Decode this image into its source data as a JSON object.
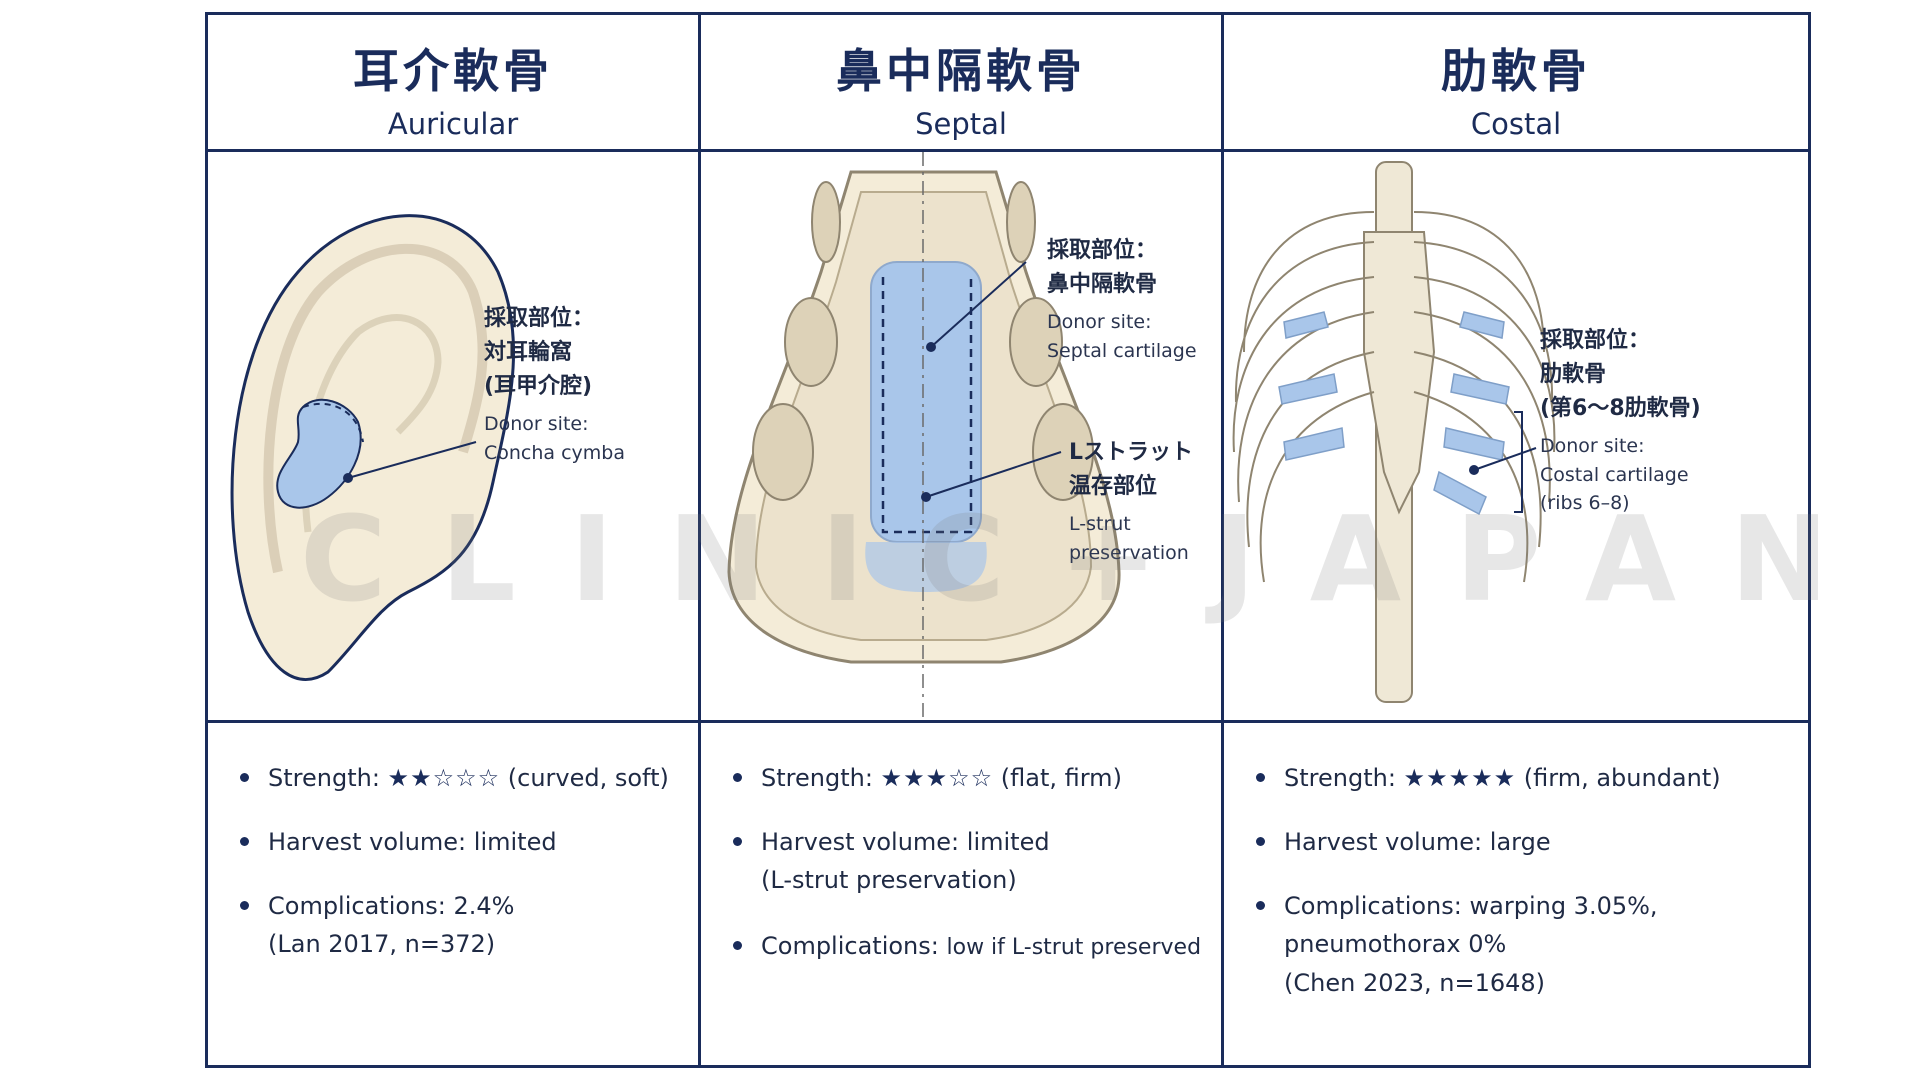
{
  "columns": [
    {
      "title_ja": "耳介軟骨",
      "title_en": "Auricular",
      "callout": {
        "ja_lines": [
          "採取部位：",
          "対耳輪窩",
          "(耳甲介腔)"
        ],
        "en_lines": [
          "Donor site:",
          "Concha cymba"
        ]
      },
      "props": [
        {
          "label": "Strength:",
          "stars": "★★☆☆☆",
          "note": "(curved, soft)",
          "star_rating": 2
        },
        {
          "label": "Harvest volume:",
          "value": "limited"
        },
        {
          "label": "Complications:",
          "value": "2.4%",
          "extra": "(Lan 2017, n=372)"
        }
      ]
    },
    {
      "title_ja": "鼻中隔軟骨",
      "title_en": "Septal",
      "callout": {
        "ja_lines": [
          "採取部位：",
          "鼻中隔軟骨"
        ],
        "en_lines": [
          "Donor site:",
          "Septal cartilage"
        ]
      },
      "callout2": {
        "ja_lines": [
          "Lストラット",
          "温存部位"
        ],
        "en_lines": [
          "L-strut",
          "preservation"
        ]
      },
      "props": [
        {
          "label": "Strength:",
          "stars": "★★★☆☆",
          "note": "(flat, firm)",
          "star_rating": 3
        },
        {
          "label": "Harvest volume:",
          "value": "limited",
          "extra": "(L-strut preservation)"
        },
        {
          "label": "Complications:",
          "value": "low if L-strut preserved"
        }
      ]
    },
    {
      "title_ja": "肋軟骨",
      "title_en": "Costal",
      "callout": {
        "ja_lines": [
          "採取部位：",
          "肋軟骨",
          "(第6〜8肋軟骨)"
        ],
        "en_lines": [
          "Donor site:",
          "Costal cartilage",
          "(ribs 6–8)"
        ]
      },
      "props": [
        {
          "label": "Strength:",
          "stars": "★★★★★",
          "note": "(firm, abundant)",
          "star_rating": 5
        },
        {
          "label": "Harvest volume:",
          "value": "large"
        },
        {
          "label": "Complications:",
          "value": "warping 3.05%,",
          "extra": "pneumothorax  0%",
          "extra2": "(Chen 2023, n=1648)"
        }
      ]
    }
  ],
  "watermark": "CLINIC+JAPAN",
  "colors": {
    "navy": "#1a2c5b",
    "cartilage_blue": "#a9c6ea",
    "skin": "#f4ecd8",
    "bone": "#efe8d6"
  }
}
